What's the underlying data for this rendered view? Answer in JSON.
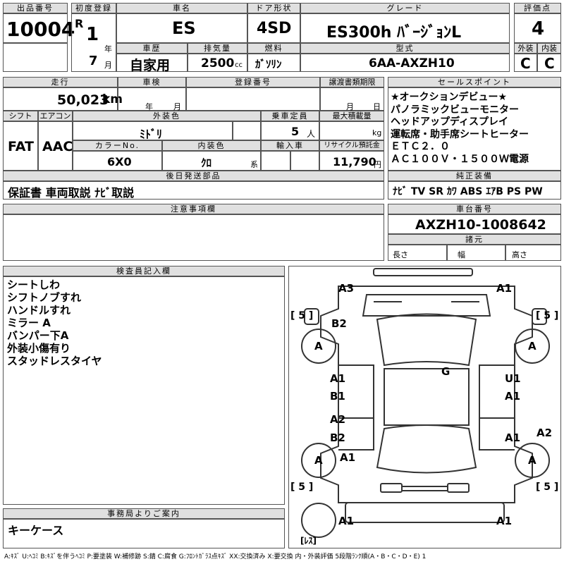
{
  "header": {
    "lot_label": "出品番号",
    "lot_no": "10004",
    "first_reg_label": "初度登録",
    "era": "R",
    "year": "1",
    "year_unit": "年",
    "month": "7",
    "month_unit": "月",
    "name_label": "車名",
    "name": "ES",
    "door_label": "ドア形状",
    "door": "4SD",
    "grade_label": "グレード",
    "grade": "ES300h ﾊﾞｰｼﾞｮﾝL",
    "score_label": "評価点",
    "score": "4",
    "history_label": "車歴",
    "history": "自家用",
    "displacement_label": "排気量",
    "displacement": "2500",
    "cc": "cc",
    "fuel_label": "燃料",
    "fuel": "ｶﾞｿﾘﾝ",
    "model_label": "型式",
    "model": "6AA-AXZH10",
    "ext_score_label": "外装",
    "ext_score": "C",
    "int_score_label": "内装",
    "int_score": "C"
  },
  "row2": {
    "mileage_label": "走行",
    "mileage": "50,023",
    "km": "km",
    "inspection_label": "車検",
    "insp_year": "年",
    "insp_month": "月",
    "reg_no_label": "登録番号",
    "transfer_label": "譲渡書類期限",
    "tr_month": "月",
    "tr_day": "日",
    "shift_label": "シフト",
    "shift": "FAT",
    "ac_label": "エアコン",
    "ac": "AAC",
    "color_label": "外装色",
    "color": "ﾐﾄﾞﾘ",
    "capacity_label": "乗車定員",
    "capacity": "5",
    "capacity_unit": "人",
    "load_label": "最大積載量",
    "load_unit": "kg",
    "color_no_label": "カラーNo.",
    "color_no": "6X0",
    "int_color_label": "内装色",
    "int_color": "ｸﾛ",
    "int_color_unit": "系",
    "import_label": "輸入車",
    "recycle_label": "リサイクル預託金",
    "recycle": "11,790",
    "yen": "円"
  },
  "later_docs": {
    "label": "後日発送部品",
    "value": "保証書 車両取説 ﾅﾋﾞ取説"
  },
  "sales_points": {
    "label": "セールスポイント",
    "items": [
      "★オークションデビュー★",
      "パノラミックビューモニター",
      "ヘッドアップディスプレイ",
      "運転席・助手席シートヒーター",
      "ＥＴＣ２．０",
      "ＡＣ１００Ｖ・１５００Ｗ電源"
    ]
  },
  "equipment": {
    "label": "純正装備",
    "value": "ﾅﾋﾞ TV SR ｶﾜ ABS ｴｱB PS PW"
  },
  "notes": {
    "label": "注意事項欄"
  },
  "chassis": {
    "label": "車台番号",
    "value": "AXZH10-1008642"
  },
  "specs": {
    "label": "諸元",
    "length": "長さ",
    "width": "幅",
    "height": "高さ"
  },
  "inspector": {
    "label": "検査員記入欄",
    "items": [
      "シートしわ",
      "シフトノブすれ",
      "ハンドルすれ",
      "ミラー A",
      "バンパー下A",
      "外装小傷有り",
      "スタッドレスタイヤ"
    ]
  },
  "office": {
    "label": "事務局よりご案内",
    "value": "キーケース"
  },
  "diagram": {
    "marks": {
      "a3": "A3",
      "a1_tr": "A1",
      "b2_top": "B2",
      "tire_fl": "A",
      "tire_fr": "A",
      "tire_rl": "A",
      "tire_rr": "A",
      "g": "G",
      "a1_l1": "A1",
      "b1_l": "B1",
      "a2_l": "A2",
      "b2_l": "B2",
      "a1_l2": "A1",
      "u1_r": "U1",
      "a1_r1": "A1",
      "a1_r2": "A1",
      "a2_r": "A2",
      "a1_bl": "A1",
      "a1_br": "A1",
      "five_tl": "[ 5 ]",
      "five_tr": "[ 5 ]",
      "five_bl": "[ 5 ]",
      "five_br": "[ 5 ]",
      "spare": "[ﾚｽ]"
    }
  },
  "legend": "A:ｷｽﾞ U:ﾍｺﾐ B:ｷｽﾞを伴うﾍｺﾐ P:要塗装 W:補修跡 S:錆 C:腐食 G:ﾌﾛﾝﾄｶﾞﾗｽ点ｷｽﾞ XX:交換済み X:要交換 内・外装評価 5段階ﾗﾝｸ順(A・B・C・D・E) 1"
}
